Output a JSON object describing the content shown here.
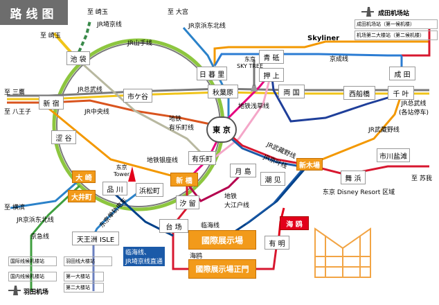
{
  "title": "路线图",
  "colors": {
    "yamanote": "#8dc63f",
    "jr_gray": "#7a7a7a",
    "saikyo": "#3a8a4a",
    "chuo": "#d9541e",
    "sobu": "#f0c419",
    "keihin": "#2b82c9",
    "hibiya": "#b8b8a0",
    "ginza": "#f39800",
    "asakusa": "#e6007e",
    "oedo": "#b4004e",
    "yurikamome": "#1b5aa8",
    "rinkai": "#00418a",
    "keisei": "#1f3f9a",
    "skyliner": "#f39800",
    "keisei_express": "#2b7cd3",
    "bus": "#d7172f",
    "station_orange": "#f29a1a",
    "station_red": "#e2001a"
  },
  "stations": {
    "ikebukuro": "池 袋",
    "shinjuku": "新 宿",
    "shibuya": "涩 谷",
    "ichigaya": "市ケ谷",
    "nippori": "日 暮 里",
    "akihabara": "秋葉原",
    "tokyo": "東 京",
    "yurakucho": "有乐町",
    "shimbashi": "新 橋",
    "hamamatsucho": "浜松町",
    "shinagawa": "品 川",
    "oimachi": "大井町",
    "osaki": "大 崎",
    "shiodome": "汐 留",
    "daiba": "台 场",
    "tennozu": "天王洲 ISLE",
    "kokusai": "國際展示場",
    "kokusai_seimon": "國際展示場正門",
    "ariake": "有 明",
    "tsukishima": "月 島",
    "shiomi": "潮 见",
    "shinkiba": "新木場",
    "maihama": "舞 浜",
    "ryogoku": "両 国",
    "aoto": "青 砥",
    "oshiage": "押 上",
    "nishifunabashi": "西船橋",
    "chiba": "千 叶",
    "narita": "成 田",
    "ichikawashiohama": "市川盐滩",
    "kaiou": "海 鸥"
  },
  "lines": {
    "jr_saikyo": "JR埼京线",
    "jr_yamanote": "JR山手线",
    "jr_keihintohoku": "JR京浜东北线",
    "jr_sobu": "JR总武线",
    "jr_chuo": "JR中央线",
    "hibiya": "地铁\n有乐町线",
    "asakusa": "地铁浅草线",
    "ginza": "地铁银座线",
    "keisei": "京成线",
    "skyliner": "Skyliner",
    "jr_sobu_local": "JR总武线",
    "jr_sobu_local_note": "(各站停车)",
    "jr_musashino": "JR武藏野线",
    "jr_musashino2": "JR武藏野线",
    "jr_keiyo": "JR京叶线",
    "oedo": "地铁\n大江户线",
    "rinkai": "临海线",
    "rinkai_through": "临海线、\nJR埼京线直通",
    "yurikamome": "海鸥",
    "tokyo_monorail": "东京单轨电车",
    "keikyu": "京急线",
    "jr_keihintohoku2": "JR京浜东北线"
  },
  "places": {
    "sky_tree": "东京\nSKY TREE",
    "tokyo_tower": "东京\nTower",
    "disney": "东京 Disney Resort 区域",
    "to_omiya": "至 大宫",
    "to_sakitama": "至 崎玉",
    "to_omiya2": "至 崎玉",
    "to_mitaka": "至 三鷹",
    "to_hachioji": "至 八王子",
    "to_yokohama": "至 横滨",
    "to_soga": "至 苏我"
  },
  "airports": {
    "narita_title": "成田机场站",
    "narita_t1": "成田机场站（第一候机楼）",
    "narita_t2": "机场第二大楼站（第二候机楼）",
    "haneda_title": "羽田机场",
    "haneda_intl": "国际线候机楼站",
    "haneda_dom": "国内线候机楼站",
    "haneda_t2": "羽田线大楼站",
    "haneda_t1": "第一大楼站",
    "haneda_t2b": "第二大楼站"
  }
}
